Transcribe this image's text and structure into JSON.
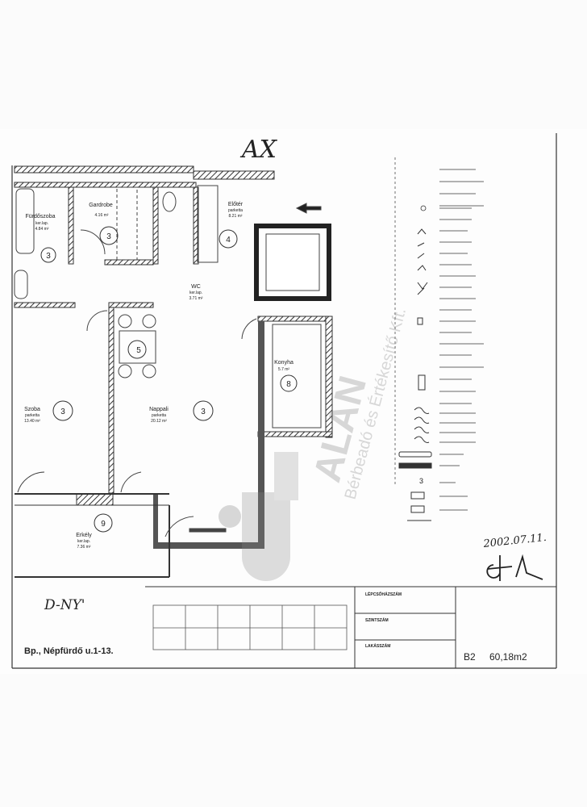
{
  "header": {
    "handwritten_mark": "AX"
  },
  "rooms": [
    {
      "name": "Fürdőszoba",
      "floor": "ker.lap.",
      "area": "4.84 m²",
      "marker": "3"
    },
    {
      "name": "Gardrobe",
      "floor": "",
      "area": "4.16 m²",
      "marker": "3"
    },
    {
      "name": "Előtér",
      "floor": "parketta",
      "area": "8.21 m²",
      "marker": "4"
    },
    {
      "name": "WC",
      "floor": "ker.lap.",
      "area": "3.71 m²",
      "marker": "5"
    },
    {
      "name": "Konyha",
      "floor": "",
      "area": "5.7 m²",
      "marker": "8"
    },
    {
      "name": "Szoba",
      "floor": "parketta",
      "area": "13.40 m²",
      "marker": "3"
    },
    {
      "name": "Nappali",
      "floor": "parketta",
      "area": "20.12 m²",
      "marker": "3"
    },
    {
      "name": "Erkély",
      "floor": "ker.lap.",
      "area": "7.36 m²",
      "marker": "9"
    }
  ],
  "orientation_note": "D-NY'",
  "address": "Bp., Népfürdő u.1-13.",
  "title_block": {
    "stair_label": "LÉPCSŐHÁZSZÁM",
    "floor_label": "SZINTSZÁM",
    "apartment_label": "LAKÁSSZÁM",
    "apartment_code": "B2",
    "total_area": "60,18m2"
  },
  "signature": {
    "date": "2002.07.11."
  },
  "watermark": {
    "text": "Bérbeadó és Értékesítő Kft."
  },
  "legend": {
    "marker_example": "3"
  }
}
